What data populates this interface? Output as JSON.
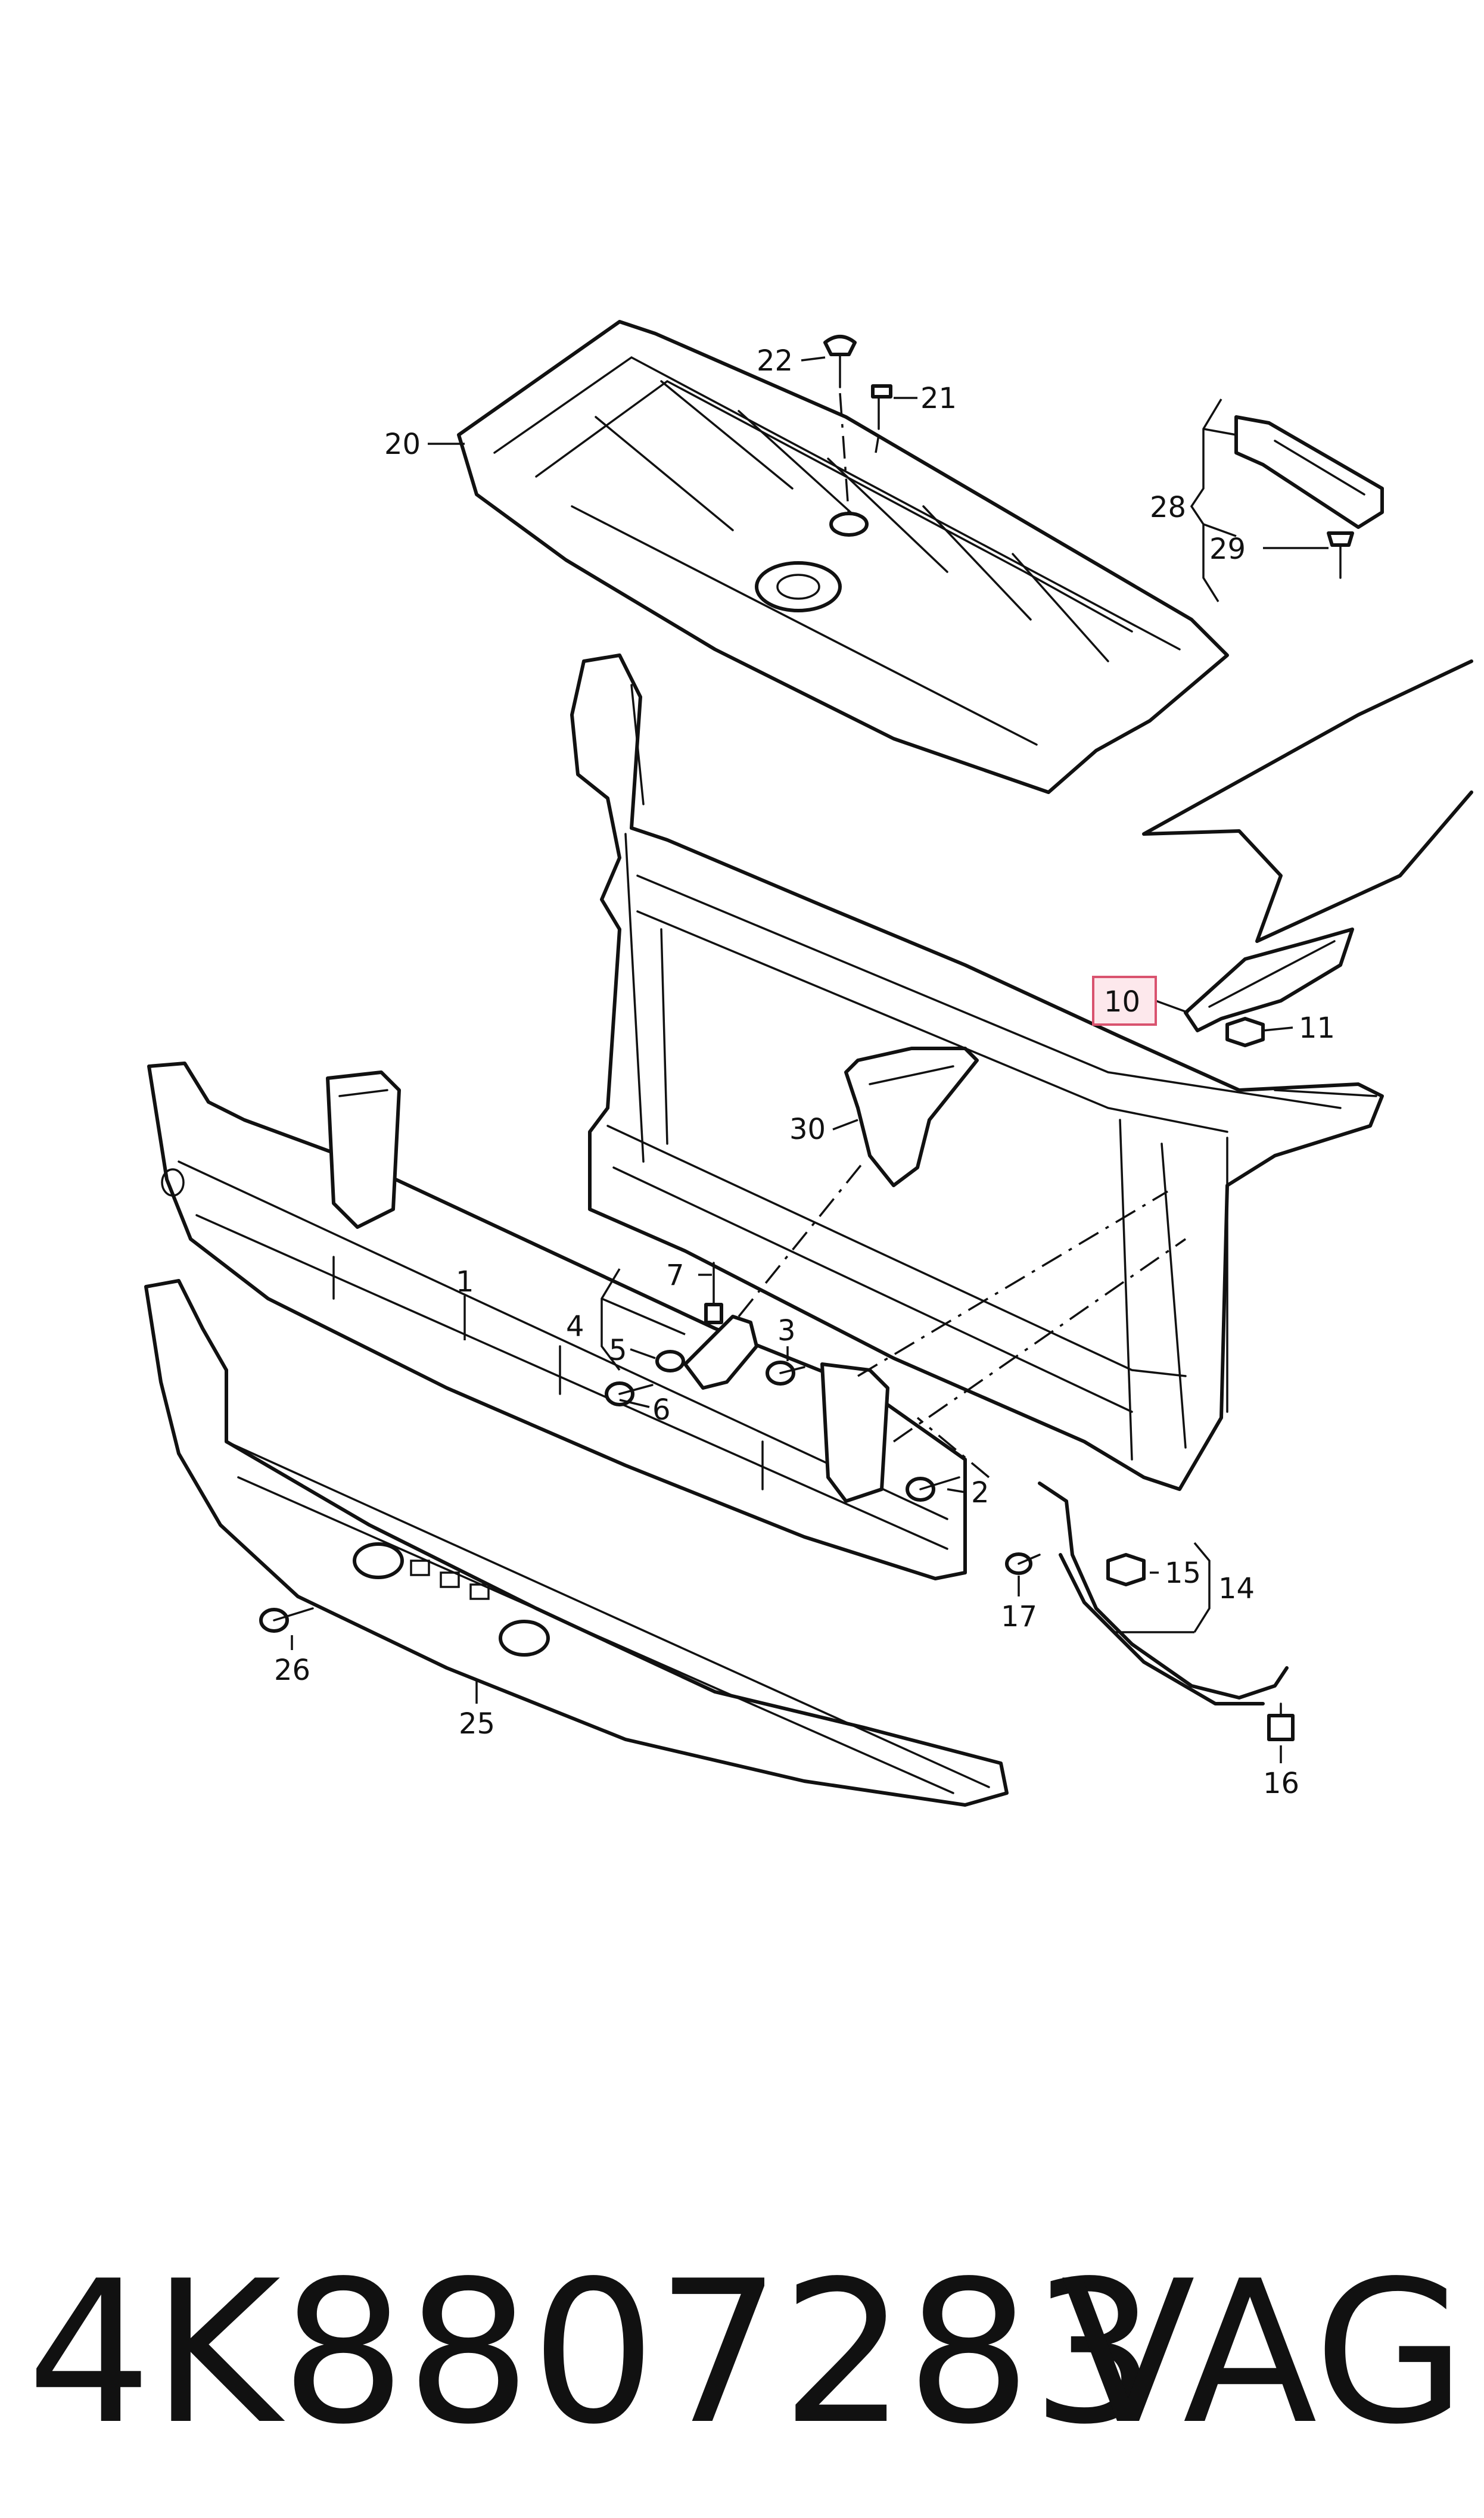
{
  "callouts": [
    {
      "id": "c22",
      "label": "22"
    },
    {
      "id": "c21",
      "label": "21"
    },
    {
      "id": "c20",
      "label": "20"
    },
    {
      "id": "c28",
      "label": "28"
    },
    {
      "id": "c29",
      "label": "29"
    },
    {
      "id": "c10",
      "label": "10",
      "highlight": true
    },
    {
      "id": "c11",
      "label": "11"
    },
    {
      "id": "c30",
      "label": "30"
    },
    {
      "id": "c1",
      "label": "1"
    },
    {
      "id": "c7",
      "label": "7"
    },
    {
      "id": "c4",
      "label": "4"
    },
    {
      "id": "c5",
      "label": "5"
    },
    {
      "id": "c3",
      "label": "3"
    },
    {
      "id": "c6",
      "label": "6"
    },
    {
      "id": "c2",
      "label": "2"
    },
    {
      "id": "c15",
      "label": "15"
    },
    {
      "id": "c14",
      "label": "14"
    },
    {
      "id": "c17",
      "label": "17"
    },
    {
      "id": "c26",
      "label": "26"
    },
    {
      "id": "c25",
      "label": "25"
    },
    {
      "id": "c16",
      "label": "16"
    }
  ],
  "footer": {
    "part_number": "4K8807283",
    "brand": "VAG"
  },
  "colors": {
    "line": "#111111",
    "highlight_fill": "#fde8ec",
    "highlight_stroke": "#d9536f"
  }
}
